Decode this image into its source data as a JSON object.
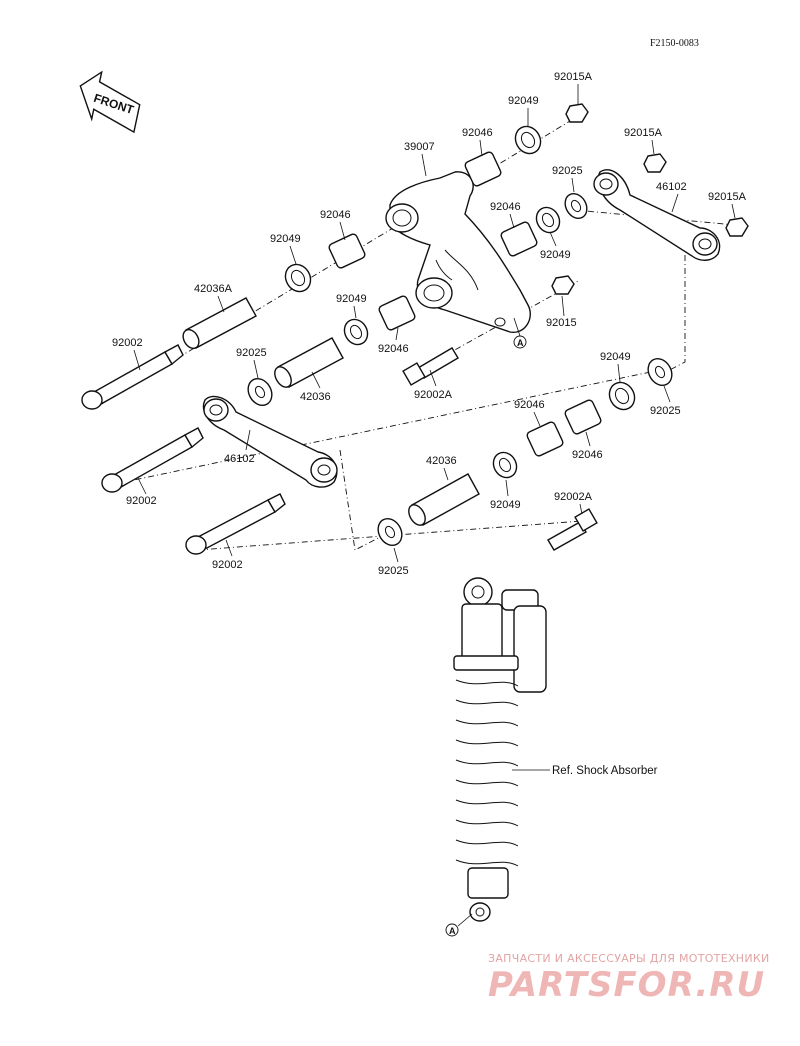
{
  "diagram": {
    "code": "F2150-0083",
    "front_label": "FRONT",
    "ref_marker": "A",
    "ref_shock_label": "Ref. Shock Absorber",
    "parts": [
      "92015A",
      "92049",
      "92046",
      "39007",
      "92015A",
      "92025",
      "46102",
      "92015A",
      "92046",
      "92046",
      "92049",
      "42036A",
      "92049",
      "92049",
      "92015",
      "92002",
      "92025",
      "42036",
      "92046",
      "92002A",
      "92049",
      "92025",
      "46102",
      "92046",
      "92046",
      "92002",
      "42036",
      "92049",
      "92002",
      "92002A",
      "92025"
    ]
  },
  "watermark": {
    "line1": "ЗАПЧАСТИ И АКСЕССУАРЫ ДЛЯ МОТОТЕХНИКИ",
    "brand": "PARTSFOR.RU"
  }
}
